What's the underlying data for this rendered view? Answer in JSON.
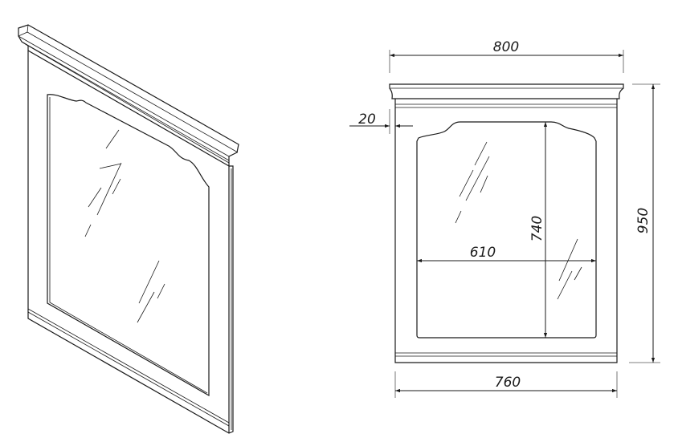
{
  "drawing": {
    "isometric_view": "mirror-frame-isometric",
    "front_view": "mirror-frame-front",
    "dimensions": {
      "overall_width": "800",
      "frame_offset": "20",
      "mirror_height": "740",
      "mirror_width": "610",
      "overall_height": "950",
      "frame_width": "760"
    },
    "line_color": "#1a1a1a"
  }
}
